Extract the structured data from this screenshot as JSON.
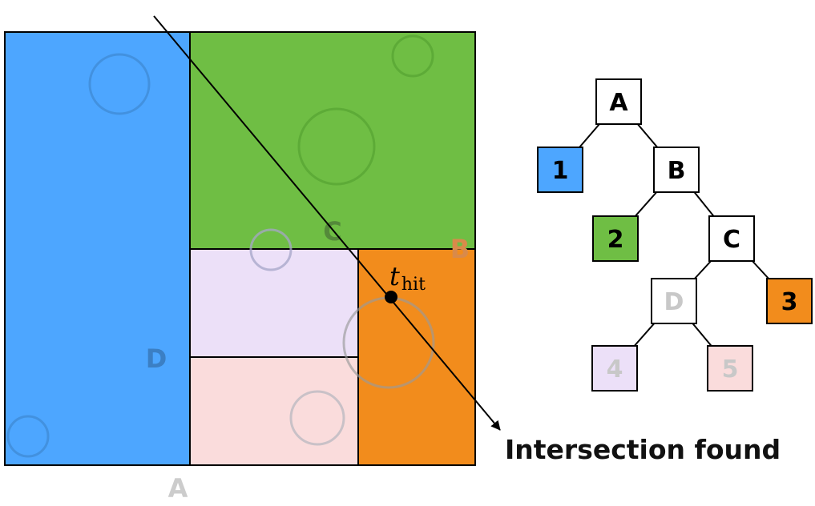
{
  "colors": {
    "node1": "#4da6ff",
    "node2": "#6fbe44",
    "node3": "#f28c1c",
    "node4": "#ece0f8",
    "node5": "#fadcdc",
    "faded_label": "#c8c8c8",
    "ray": "#000000",
    "outline": "#000000"
  },
  "split_labels": {
    "A": "A",
    "B": "B",
    "C": "C",
    "D": "D"
  },
  "tree": {
    "nodes": [
      {
        "id": "A",
        "label": "A",
        "kind": "interior",
        "faded": false
      },
      {
        "id": "1",
        "label": "1",
        "kind": "leaf",
        "faded": false
      },
      {
        "id": "B",
        "label": "B",
        "kind": "interior",
        "faded": false
      },
      {
        "id": "2",
        "label": "2",
        "kind": "leaf",
        "faded": false
      },
      {
        "id": "C",
        "label": "C",
        "kind": "interior",
        "faded": false
      },
      {
        "id": "D",
        "label": "D",
        "kind": "interior",
        "faded": true
      },
      {
        "id": "3",
        "label": "3",
        "kind": "leaf",
        "faded": false
      },
      {
        "id": "4",
        "label": "4",
        "kind": "leaf",
        "faded": true
      },
      {
        "id": "5",
        "label": "5",
        "kind": "leaf",
        "faded": true
      }
    ],
    "edges": [
      [
        "A",
        "1"
      ],
      [
        "A",
        "B"
      ],
      [
        "B",
        "2"
      ],
      [
        "B",
        "C"
      ],
      [
        "C",
        "D"
      ],
      [
        "C",
        "3"
      ],
      [
        "D",
        "4"
      ],
      [
        "D",
        "5"
      ]
    ]
  },
  "hit": {
    "t": "t",
    "subscript": "hit"
  },
  "caption": "Intersection found"
}
